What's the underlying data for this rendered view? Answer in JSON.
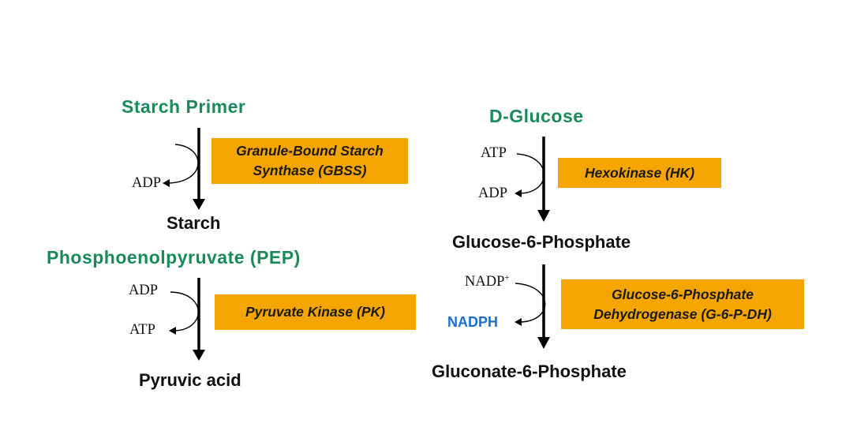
{
  "reactions": [
    {
      "substrate": "Starch Primer",
      "product": "Starch",
      "enzyme_line1": "Granule-Bound Starch",
      "enzyme_line2": "Synthase (GBSS)",
      "cofactor_out": "ADP"
    },
    {
      "substrate": "Phosphoenolpyruvate (PEP)",
      "product": "Pyruvic acid",
      "enzyme": "Pyruvate Kinase (PK)",
      "cofactor_in": "ADP",
      "cofactor_out": "ATP"
    },
    {
      "substrate": "D-Glucose",
      "product": "Glucose-6-Phosphate",
      "enzyme": "Hexokinase (HK)",
      "cofactor_in": "ATP",
      "cofactor_out": "ADP"
    },
    {
      "product": "Gluconate-6-Phosphate",
      "enzyme_line1": "Glucose-6-Phosphate",
      "enzyme_line2": "Dehydrogenase (G-6-P-DH)",
      "cofactor_in_base": "NADP",
      "cofactor_in_sup": "+",
      "cofactor_out": "NADPH"
    }
  ],
  "colors": {
    "substrate_green": "#1a8a5a",
    "enzyme_box": "#f5a500",
    "nadph_blue": "#1a6fd0"
  }
}
